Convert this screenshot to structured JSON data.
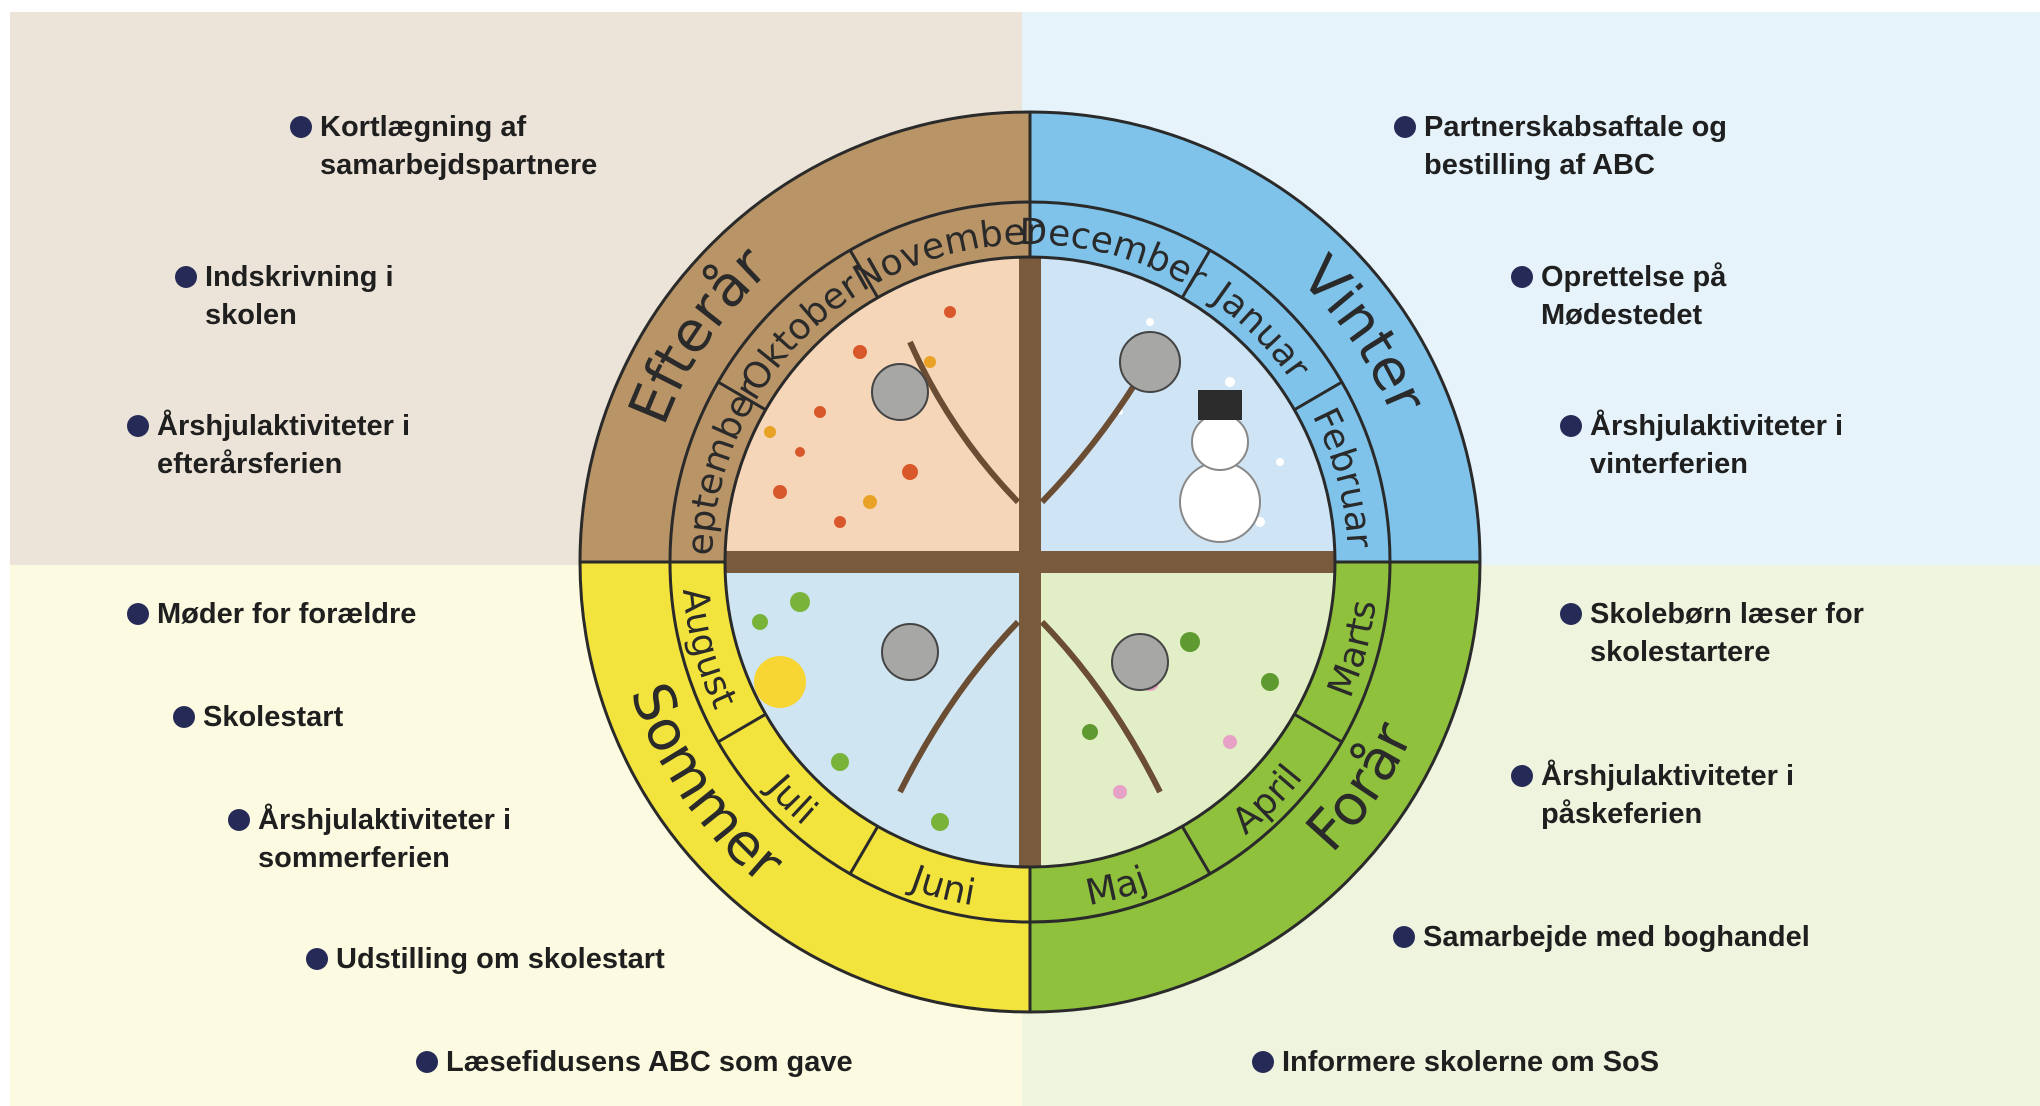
{
  "colors": {
    "efteraar_bg": "#ece4d8",
    "vinter_bg": "#e6f3fb",
    "sommer_bg": "#fcfae0",
    "foraar_bg": "#eef4dd",
    "efteraar_ring": "#b89467",
    "vinter_ring": "#7fc3ea",
    "sommer_ring": "#f3e33d",
    "foraar_ring": "#8fc13d",
    "bullet": "#262a56"
  },
  "seasons": {
    "efteraar": "Efterår",
    "vinter": "Vinter",
    "foraar": "Forår",
    "sommer": "Sommer"
  },
  "months": {
    "september": "September",
    "oktober": "Oktober",
    "november": "November",
    "december": "December",
    "januar": "Januar",
    "februar": "Februar",
    "marts": "Marts",
    "april": "April",
    "maj": "Maj",
    "juni": "Juni",
    "juli": "Juli",
    "august": "August"
  },
  "activities": {
    "efteraar": [
      {
        "line1": "Kortlægning af",
        "line2": "samarbejdspartnere"
      },
      {
        "line1": "Indskrivning i",
        "line2": "skolen"
      },
      {
        "line1": "Årshjulaktiviteter i",
        "line2": "efterårsferien"
      }
    ],
    "vinter": [
      {
        "line1": "Partnerskabsaftale og",
        "line2": "bestilling af ABC"
      },
      {
        "line1": "Oprettelse på",
        "line2": "Mødestedet"
      },
      {
        "line1": "Årshjulaktiviteter i",
        "line2": "vinterferien"
      }
    ],
    "sommer": [
      {
        "line1": "Møder for forældre",
        "line2": ""
      },
      {
        "line1": "Skolestart",
        "line2": ""
      },
      {
        "line1": "Årshjulaktiviteter i",
        "line2": "sommerferien"
      },
      {
        "line1": "Udstilling om skolestart",
        "line2": ""
      },
      {
        "line1": "Læsefidusens ABC som gave",
        "line2": ""
      }
    ],
    "foraar": [
      {
        "line1": "Skolebørn læser for",
        "line2": "skolestartere"
      },
      {
        "line1": "Årshjulaktiviteter i",
        "line2": "påskeferien"
      },
      {
        "line1": "Samarbejde med boghandel",
        "line2": ""
      },
      {
        "line1": "Informere skolerne om SoS",
        "line2": ""
      }
    ]
  }
}
